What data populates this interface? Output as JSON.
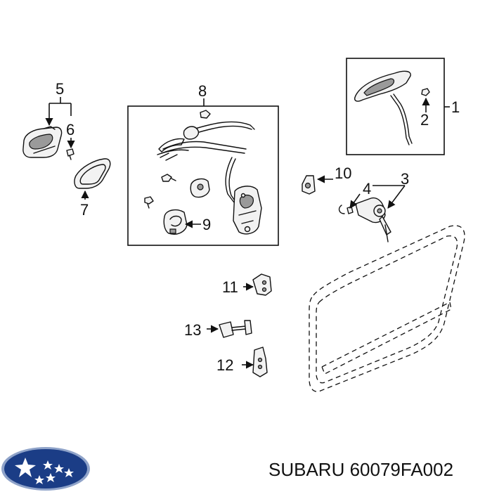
{
  "brand": {
    "name": "SUBARU",
    "part_number": "60079FA002",
    "logo_icon": "subaru-star-cluster-logo",
    "logo_colors": {
      "oval": "#1b3d86",
      "stars": "#ffffff",
      "rim": "#8fa3c9"
    }
  },
  "callouts": [
    "1",
    "2",
    "3",
    "4",
    "5",
    "6",
    "7",
    "8",
    "9",
    "10",
    "11",
    "12",
    "13"
  ],
  "colors": {
    "line": "#111111",
    "background": "#ffffff"
  }
}
